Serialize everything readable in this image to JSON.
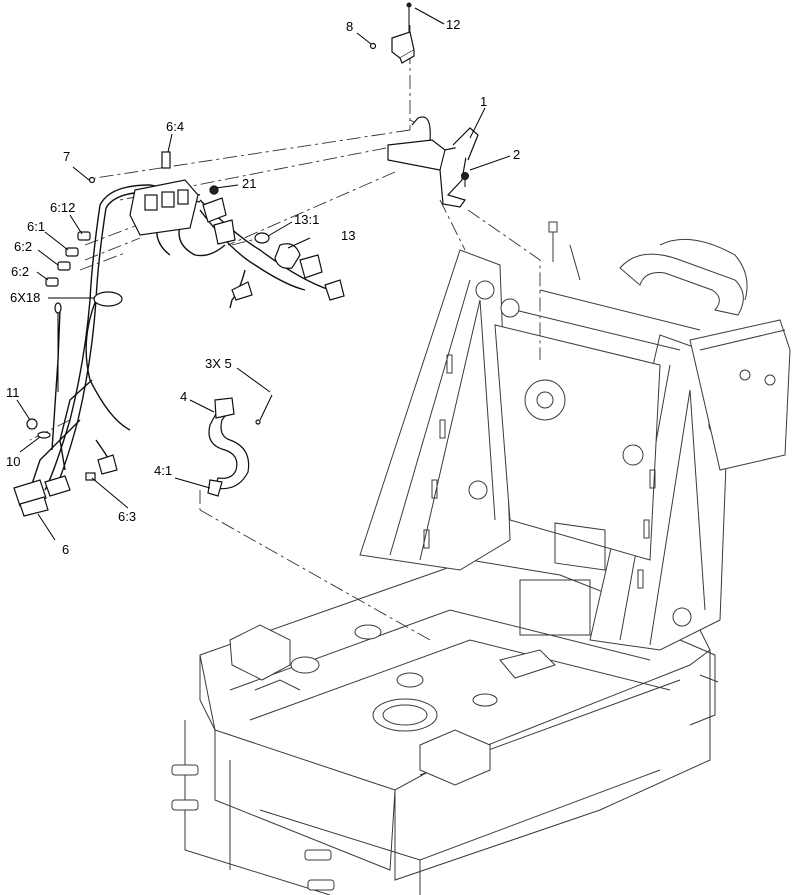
{
  "callouts": {
    "c1": "1",
    "c2": "2",
    "c4": "4",
    "c4_1": "4:1",
    "c3x5": "3X 5",
    "c6": "6",
    "c6_1": "6:1",
    "c6_2a": "6:2",
    "c6_2b": "6:2",
    "c6_3": "6:3",
    "c6_4": "6:4",
    "c6_12": "6:12",
    "c6x18": "6X18",
    "c7": "7",
    "c8": "8",
    "c10": "10",
    "c11": "11",
    "c12": "12",
    "c13": "13",
    "c13_1": "13:1",
    "c21": "21"
  },
  "colors": {
    "line": "#000000",
    "background": "#ffffff"
  }
}
